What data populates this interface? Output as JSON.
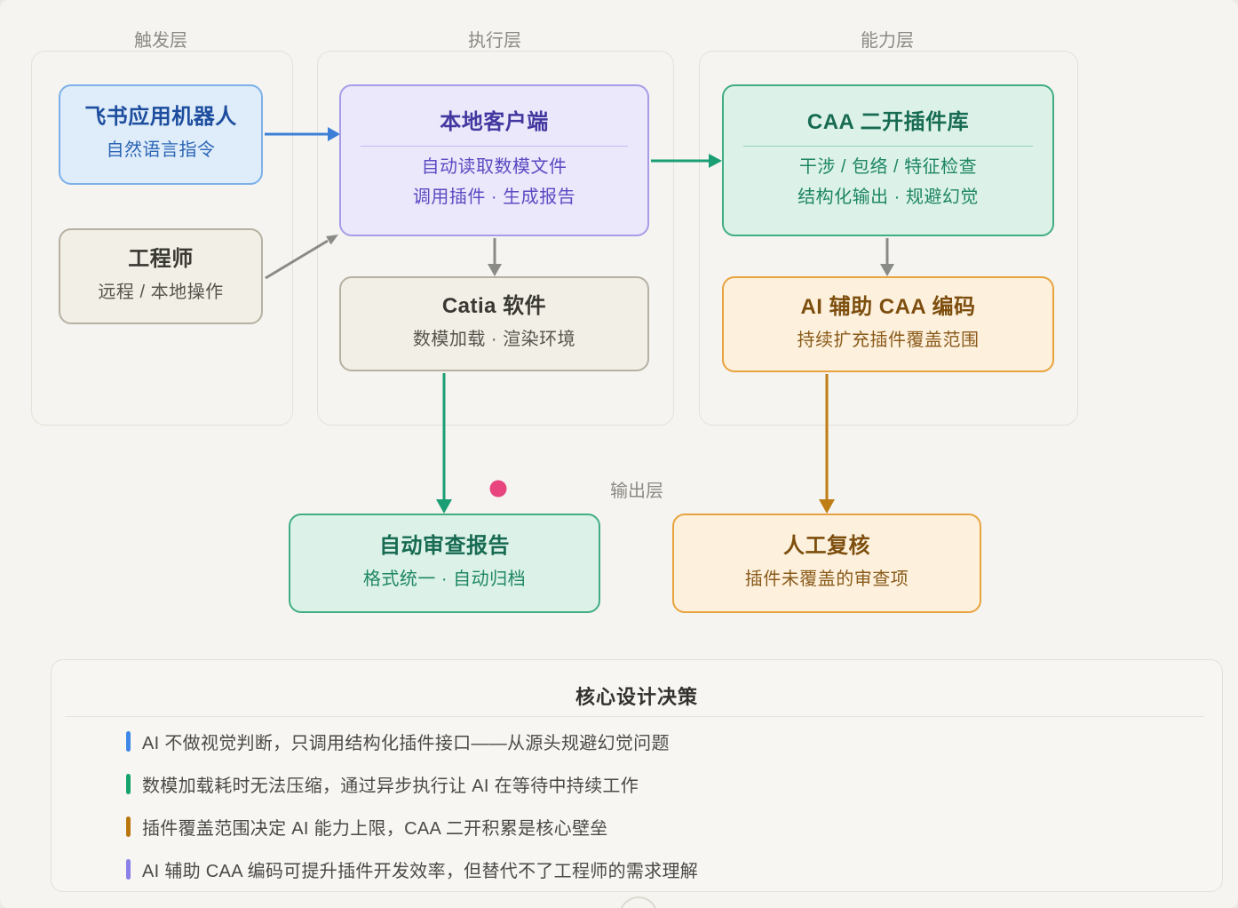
{
  "groups": [
    {
      "label": "触发层",
      "boxes": [
        {
          "title": "飞书应用机器人",
          "lines": [
            "自然语言指令"
          ],
          "theme": "blue"
        },
        {
          "title": "工程师",
          "lines": [
            "远程 / 本地操作"
          ],
          "theme": "neutral"
        }
      ]
    },
    {
      "label": "执行层",
      "boxes": [
        {
          "title": "本地客户端",
          "divider": true,
          "lines": [
            "自动读取数模文件",
            "调用插件 · 生成报告"
          ],
          "theme": "purple"
        },
        {
          "title": "Catia 软件",
          "lines": [
            "数模加载 · 渲染环境"
          ],
          "theme": "neutral"
        }
      ]
    },
    {
      "label": "能力层",
      "boxes": [
        {
          "title": "CAA 二开插件库",
          "divider": true,
          "lines": [
            "干涉 / 包络 / 特征检查",
            "结构化输出 · 规避幻觉"
          ],
          "theme": "green"
        },
        {
          "title": "AI 辅助 CAA 编码",
          "lines": [
            "持续扩充插件覆盖范围"
          ],
          "theme": "orange"
        }
      ]
    }
  ],
  "output": {
    "label": "输出层",
    "boxes": [
      {
        "title": "自动审查报告",
        "lines": [
          "格式统一 · 自动归档"
        ],
        "theme": "green"
      },
      {
        "title": "人工复核",
        "lines": [
          "插件未覆盖的审查项"
        ],
        "theme": "orange"
      }
    ]
  },
  "edges": [
    {
      "from": "飞书应用机器人",
      "to": "本地客户端",
      "color": "#3d7fd6"
    },
    {
      "from": "工程师",
      "to": "本地客户端",
      "color": "#8a8a86"
    },
    {
      "from": "本地客户端",
      "to": "CAA 二开插件库",
      "color": "#1b9e74"
    },
    {
      "from": "本地客户端",
      "to": "Catia 软件",
      "color": "#8a8a86"
    },
    {
      "from": "CAA 二开插件库",
      "to": "AI 辅助 CAA 编码",
      "color": "#8a8a86"
    },
    {
      "from": "Catia 软件",
      "to": "自动审查报告",
      "color": "#1b9e74"
    },
    {
      "from": "AI 辅助 CAA 编码",
      "to": "人工复核",
      "color": "#bf7d15"
    }
  ],
  "decisions": {
    "title": "核心设计决策",
    "items": [
      {
        "color": "#3f88e8",
        "text": "AI 不做视觉判断，只调用结构化插件接口——从源头规避幻觉问题"
      },
      {
        "color": "#18a36d",
        "text": "数模加载耗时无法压缩，通过异步执行让 AI 在等待中持续工作"
      },
      {
        "color": "#bb770f",
        "text": "插件覆盖范围决定 AI 能力上限，CAA 二开积累是核心壁垒"
      },
      {
        "color": "#8a80e8",
        "text": "AI 辅助 CAA 编码可提升插件开发效率，但替代不了工程师的需求理解"
      }
    ]
  },
  "colors": {
    "background": "#f5f4f0",
    "arrow_blue": "#3d7fd6",
    "arrow_gray": "#8a8a86",
    "arrow_green": "#1b9e74",
    "arrow_orange": "#bf7d15",
    "dot_pink": "#e8457e"
  }
}
